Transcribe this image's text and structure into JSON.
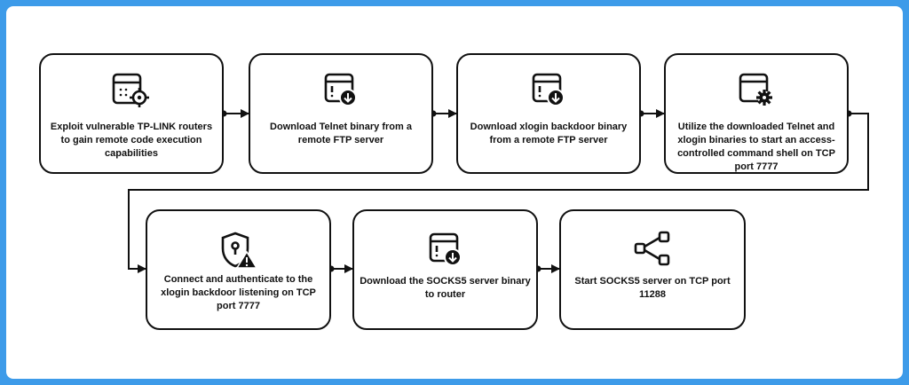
{
  "steps": [
    {
      "text": "Exploit vulnerable TP-LINK routers to gain remote code execution capabilities",
      "icon": "browser-target-icon"
    },
    {
      "text": "Download Telnet binary from a remote FTP server",
      "icon": "download-window-icon"
    },
    {
      "text": "Download xlogin backdoor binary from a remote FTP server",
      "icon": "download-window-icon"
    },
    {
      "text": "Utilize the downloaded Telnet and xlogin binaries to start an access-controlled command shell on TCP port 7777",
      "icon": "window-gear-icon"
    },
    {
      "text": "Connect and authenticate to the xlogin backdoor listening on TCP port 7777",
      "icon": "shield-keyhole-warning-icon"
    },
    {
      "text": "Download the SOCKS5 server binary to router",
      "icon": "download-window-icon"
    },
    {
      "text": "Start SOCKS5 server on TCP port 11288",
      "icon": "network-share-icon"
    }
  ],
  "colors": {
    "border": "#3d9be9",
    "stroke": "#111111"
  }
}
